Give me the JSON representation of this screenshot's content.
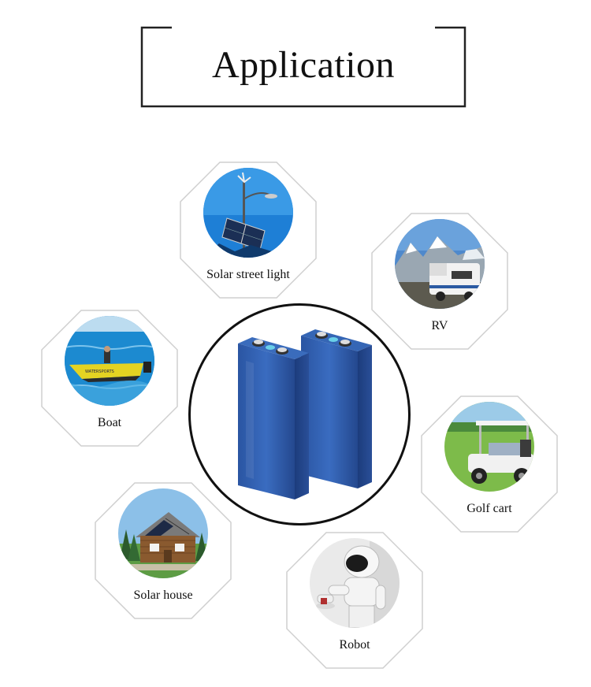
{
  "title": "Application",
  "center": {
    "image": "lifepo4-battery-cells"
  },
  "applications": [
    {
      "label": "Solar street light",
      "icon": "solar-street-light-photo"
    },
    {
      "label": "RV",
      "icon": "rv-camper-photo"
    },
    {
      "label": "Boat",
      "icon": "speed-boat-photo"
    },
    {
      "label": "Golf cart",
      "icon": "golf-cart-photo"
    },
    {
      "label": "Solar house",
      "icon": "solar-house-photo"
    },
    {
      "label": "Robot",
      "icon": "robot-photo"
    }
  ],
  "colors": {
    "frame": "#222222",
    "octagon_border": "#cfcfcf",
    "battery_blue": "#2f5ca8",
    "center_border": "#111111"
  }
}
